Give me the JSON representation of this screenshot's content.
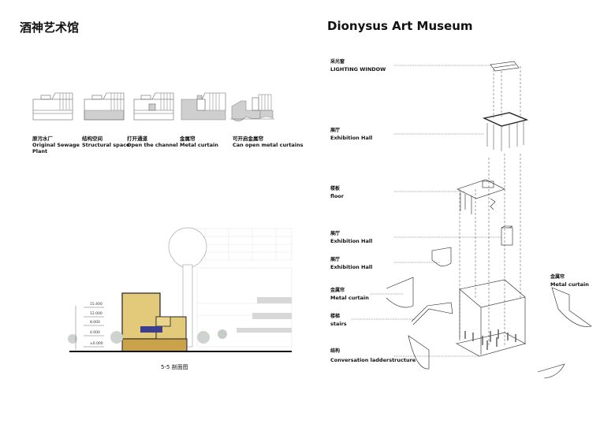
{
  "titles": {
    "cn": "酒神艺术馆",
    "en": "Dionysus Art Museum"
  },
  "evolution": [
    {
      "cn": "原污水厂",
      "en": "Original Sewage Plant"
    },
    {
      "cn": "结构空间",
      "en": "Structural space"
    },
    {
      "cn": "打开通道",
      "en": "Open the channel"
    },
    {
      "cn": "金属帘",
      "en": "Metal curtain"
    },
    {
      "cn": "可开启金属帘",
      "en": "Can open metal curtains"
    }
  ],
  "section": {
    "caption": "5-5 剖面图",
    "levels": [
      "15.400",
      "12.000",
      "8.000",
      "4.000",
      "±0.000"
    ]
  },
  "exploded": [
    {
      "cn": "采光窗",
      "en": "LIGHTING WINDOW"
    },
    {
      "cn": "展厅",
      "en": "Exhibition Hall"
    },
    {
      "cn": "楼板",
      "en": "floor"
    },
    {
      "cn": "展厅",
      "en": "Exhibition Hall"
    },
    {
      "cn": "展厅",
      "en": "Exhibition Hall"
    },
    {
      "cn": "金属帘",
      "en": "Metal curtain"
    },
    {
      "cn": "楼梯",
      "en": "stairs"
    },
    {
      "cn": "结构",
      "en": "Conversation ladderstructure"
    }
  ],
  "side_label": {
    "cn": "金属帘",
    "en": "Metal curtain"
  },
  "colors": {
    "section_fill": "#e3c97a",
    "section_fill_dark": "#c9a24a",
    "gray_fill": "#cfcfcf"
  }
}
